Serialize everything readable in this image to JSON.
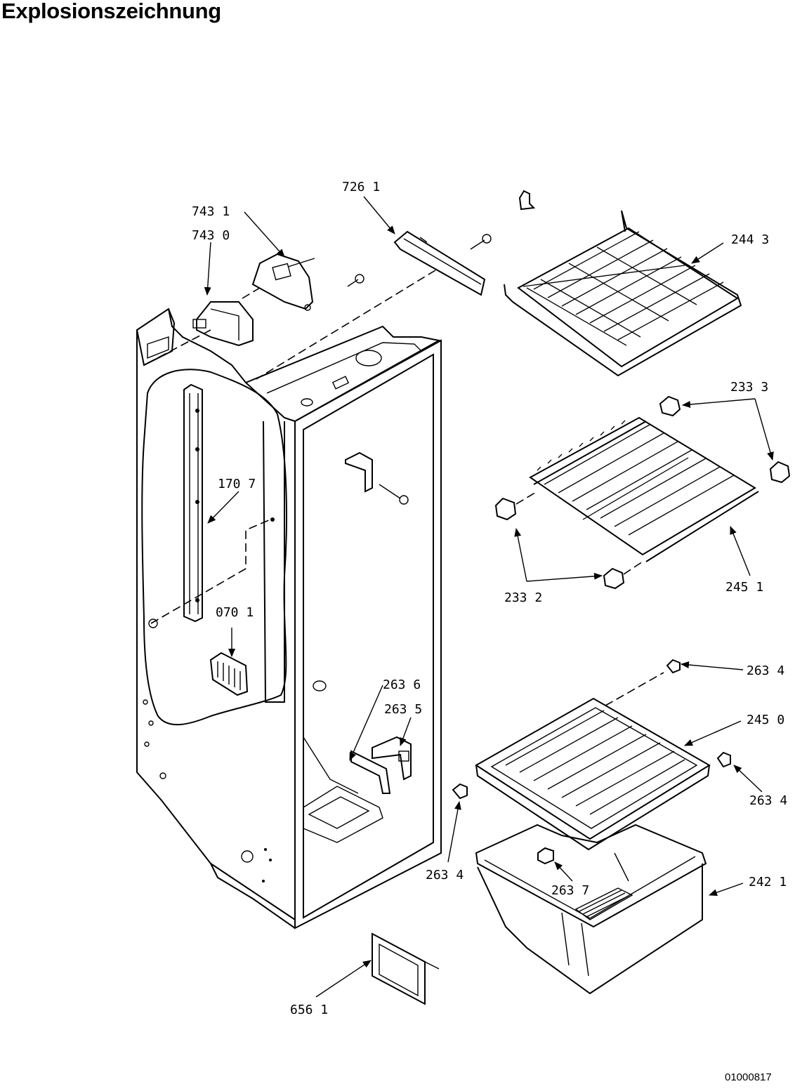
{
  "title": "Explosionszeichnung",
  "document_id": "01000817",
  "part_labels": [
    {
      "id": "p7261",
      "text": "726 1"
    },
    {
      "id": "p7431",
      "text": "743 1"
    },
    {
      "id": "p7430",
      "text": "743 0"
    },
    {
      "id": "p2443",
      "text": "244 3"
    },
    {
      "id": "p2333",
      "text": "233 3"
    },
    {
      "id": "p1707",
      "text": "170 7"
    },
    {
      "id": "p2451",
      "text": "245 1"
    },
    {
      "id": "p2332",
      "text": "233 2"
    },
    {
      "id": "p0701",
      "text": "070 1"
    },
    {
      "id": "p2634a",
      "text": "263 4"
    },
    {
      "id": "p2636",
      "text": "263 6"
    },
    {
      "id": "p2635",
      "text": "263 5"
    },
    {
      "id": "p2450",
      "text": "245 0"
    },
    {
      "id": "p2634b",
      "text": "263 4"
    },
    {
      "id": "p2634c",
      "text": "263 4"
    },
    {
      "id": "p2637",
      "text": "263 7"
    },
    {
      "id": "p2421",
      "text": "242 1"
    },
    {
      "id": "p6561",
      "text": "656 1"
    }
  ]
}
